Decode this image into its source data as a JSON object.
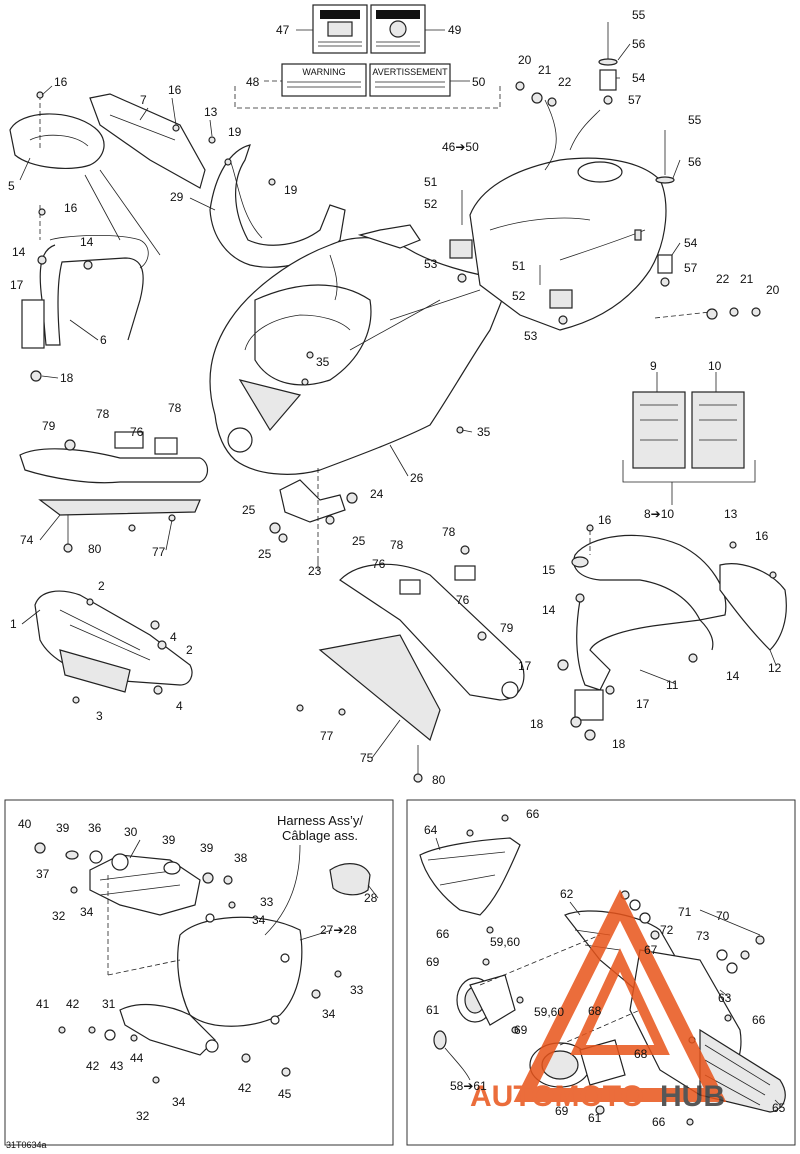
{
  "document_code": "31T0634a",
  "harness_label_line1": "Harness Ass’y/",
  "harness_label_line2": "Câblage ass.",
  "decal_texts": {
    "warning": "WARNING",
    "avertissement": "AVERTISSEMENT"
  },
  "watermark": {
    "text_a": "AUTOMOTO",
    "text_b": "HUB",
    "color_a": "#e8541a",
    "color_b": "#3a3a3a"
  },
  "callouts": {
    "c47": "47",
    "c49": "49",
    "c48": "48",
    "c50": "50",
    "c46_50": "46➔50",
    "c55a": "55",
    "c56a": "56",
    "c54a": "54",
    "c57a": "57",
    "c20a": "20",
    "c21a": "21",
    "c22a": "22",
    "c55b": "55",
    "c56b": "56",
    "c54b": "54",
    "c57b": "57",
    "c22b": "22",
    "c21b": "21",
    "c20b": "20",
    "c51a": "51",
    "c52a": "52",
    "c53a": "53",
    "c51b": "51",
    "c52b": "52",
    "c53b": "53",
    "c16a": "16",
    "c7": "7",
    "c16b": "16",
    "c13a": "13",
    "c19a": "19",
    "c19b": "19",
    "c5": "5",
    "c16c": "16",
    "c29": "29",
    "c14a": "14",
    "c14b": "14",
    "c17a": "17",
    "c6": "6",
    "c18a": "18",
    "c35a": "35",
    "c35b": "35",
    "c26": "26",
    "c9": "9",
    "c10": "10",
    "c8_10": "8➔10",
    "c79a": "79",
    "c78a": "78",
    "c76a": "76",
    "c78b": "78",
    "c74": "74",
    "c80a": "80",
    "c77a": "77",
    "c25a": "25",
    "c24": "24",
    "c25b": "25",
    "c25c": "25",
    "c23": "23",
    "c78c": "78",
    "c78d": "78",
    "c76b": "76",
    "c76c": "76",
    "c79b": "79",
    "c77b": "77",
    "c75": "75",
    "c80b": "80",
    "c2a": "2",
    "c1": "1",
    "c4a": "4",
    "c2b": "2",
    "c3": "3",
    "c4b": "4",
    "c16d": "16",
    "c13b": "13",
    "c16e": "16",
    "c15": "15",
    "c14c": "14",
    "c14d": "14",
    "c17b": "17",
    "c17c": "17",
    "c11": "11",
    "c12": "12",
    "c18b": "18",
    "c18c": "18",
    "c40": "40",
    "c39a": "39",
    "c36": "36",
    "c30": "30",
    "c39b": "39",
    "c39c": "39",
    "c37": "37",
    "c38": "38",
    "c32a": "32",
    "c34a": "34",
    "c33a": "33",
    "c34b": "34",
    "c28": "28",
    "c27_28": "27➔28",
    "c33b": "33",
    "c34c": "34",
    "c41": "41",
    "c42a": "42",
    "c31": "31",
    "c42b": "42",
    "c43": "43",
    "c44": "44",
    "c42c": "42",
    "c45": "45",
    "c32b": "32",
    "c34d": "34",
    "c66a": "66",
    "c64": "64",
    "c66b": "66",
    "c62": "62",
    "c59_60a": "59,60",
    "c69a": "69",
    "c61a": "61",
    "c69b": "69",
    "c59_60b": "59,60",
    "c58_61": "58➔61",
    "c69c": "69",
    "c61b": "61",
    "c66c": "66",
    "c67": "67",
    "c68a": "68",
    "c68b": "68",
    "c71": "71",
    "c70": "70",
    "c72": "72",
    "c73": "73",
    "c63": "63",
    "c66d": "66",
    "c65": "65"
  }
}
